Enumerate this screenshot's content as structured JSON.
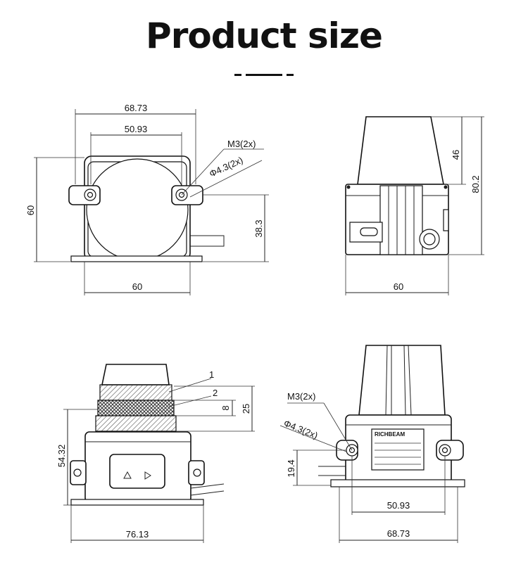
{
  "page": {
    "title": "Product size"
  },
  "views": {
    "top": {
      "width_outer": "68.73",
      "width_inner": "50.93",
      "callout_thread": "M3(2x)",
      "callout_hole": "Φ4.3(2x)",
      "height_left": "60",
      "height_right": "38.3",
      "width_bottom": "60"
    },
    "side": {
      "height_upper": "46",
      "height_total": "80.2",
      "width_bottom": "60"
    },
    "front": {
      "callout_1": "1",
      "callout_2": "2",
      "dim_8": "8",
      "dim_25": "25",
      "height_left": "54.32",
      "width_bottom": "76.13"
    },
    "rear": {
      "callout_thread": "M3(2x)",
      "callout_hole": "Φ4.3(2x)",
      "height_left": "19.4",
      "width_inner": "50.93",
      "width_outer": "68.73",
      "brand": "RICHBEAM"
    }
  }
}
